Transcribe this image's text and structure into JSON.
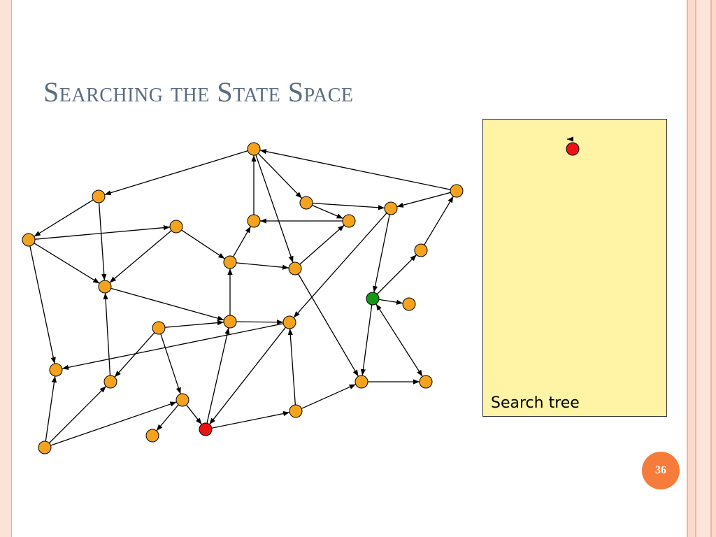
{
  "slide": {
    "title": "Searching the State Space",
    "page_number": "36"
  },
  "search_tree": {
    "label": "Search tree"
  },
  "colors": {
    "node": "#f5a31c",
    "start_node": "#ee1111",
    "goal_node": "#119911",
    "edge": "#000000",
    "tree_background": "#fff3a6",
    "title": "#5a6b82",
    "page_badge": "#f57c3a"
  },
  "graph": {
    "nodes": [
      {
        "id": "n1",
        "role": "normal"
      },
      {
        "id": "n2",
        "role": "normal"
      },
      {
        "id": "n3",
        "role": "normal"
      },
      {
        "id": "n4",
        "role": "normal"
      },
      {
        "id": "n5",
        "role": "normal"
      },
      {
        "id": "n6",
        "role": "normal"
      },
      {
        "id": "n7",
        "role": "normal"
      },
      {
        "id": "n8",
        "role": "normal"
      },
      {
        "id": "n9",
        "role": "normal"
      },
      {
        "id": "n10",
        "role": "normal"
      },
      {
        "id": "n11",
        "role": "normal"
      },
      {
        "id": "n12",
        "role": "normal"
      },
      {
        "id": "n13",
        "role": "normal"
      },
      {
        "id": "n14",
        "role": "normal"
      },
      {
        "id": "n15",
        "role": "normal"
      },
      {
        "id": "n16",
        "role": "normal"
      },
      {
        "id": "n17",
        "role": "goal"
      },
      {
        "id": "n18",
        "role": "normal"
      },
      {
        "id": "n19",
        "role": "normal"
      },
      {
        "id": "n20",
        "role": "normal"
      },
      {
        "id": "n21",
        "role": "normal"
      },
      {
        "id": "n22",
        "role": "normal"
      },
      {
        "id": "n23",
        "role": "normal"
      },
      {
        "id": "n24",
        "role": "normal"
      },
      {
        "id": "n25",
        "role": "start"
      },
      {
        "id": "n26",
        "role": "normal"
      },
      {
        "id": "n27",
        "role": "normal"
      },
      {
        "id": "n28",
        "role": "normal"
      }
    ],
    "edges": [
      {
        "from": "n1",
        "to": "n2",
        "arrow": "end"
      },
      {
        "from": "n1",
        "to": "n3",
        "arrow": "end"
      },
      {
        "from": "n1",
        "to": "n4",
        "arrow": "end"
      },
      {
        "from": "n5",
        "to": "n1",
        "arrow": "end"
      },
      {
        "from": "n2",
        "to": "n6",
        "arrow": "end"
      },
      {
        "from": "n2",
        "to": "n7",
        "arrow": "end"
      },
      {
        "from": "n6",
        "to": "n8",
        "arrow": "end"
      },
      {
        "from": "n6",
        "to": "n9",
        "arrow": "end"
      },
      {
        "from": "n6",
        "to": "n10",
        "arrow": "end"
      },
      {
        "from": "n6",
        "to": "n11",
        "arrow": "end"
      },
      {
        "from": "n7",
        "to": "n9",
        "arrow": "end"
      },
      {
        "from": "n8",
        "to": "n9",
        "arrow": "end"
      },
      {
        "from": "n8",
        "to": "n12",
        "arrow": "end"
      },
      {
        "from": "n12",
        "to": "n13",
        "arrow": "end"
      },
      {
        "from": "n12",
        "to": "n4",
        "arrow": "end"
      },
      {
        "from": "n4",
        "to": "n14",
        "arrow": "end"
      },
      {
        "from": "n3",
        "to": "n15",
        "arrow": "end"
      },
      {
        "from": "n3",
        "to": "n14",
        "arrow": "end"
      },
      {
        "from": "n5",
        "to": "n15",
        "arrow": "end"
      },
      {
        "from": "n14",
        "to": "n13",
        "arrow": "end"
      },
      {
        "from": "n15",
        "to": "n17",
        "arrow": "end"
      },
      {
        "from": "n15",
        "to": "n18",
        "arrow": "end"
      },
      {
        "from": "n16",
        "to": "n5",
        "arrow": "end"
      },
      {
        "from": "n17",
        "to": "n16",
        "arrow": "end"
      },
      {
        "from": "n17",
        "to": "n19",
        "arrow": "end"
      },
      {
        "from": "n17",
        "to": "n20",
        "arrow": "end"
      },
      {
        "from": "n17",
        "to": "n21",
        "arrow": "both"
      },
      {
        "from": "n20",
        "to": "n21",
        "arrow": "end"
      },
      {
        "from": "n9",
        "to": "n22",
        "arrow": "end"
      },
      {
        "from": "n13",
        "to": "n10",
        "arrow": "end"
      },
      {
        "from": "n10",
        "to": "n22",
        "arrow": "end"
      },
      {
        "from": "n10",
        "to": "n23",
        "arrow": "end"
      },
      {
        "from": "n22",
        "to": "n18",
        "arrow": "end"
      },
      {
        "from": "n24",
        "to": "n22",
        "arrow": "end"
      },
      {
        "from": "n24",
        "to": "n27",
        "arrow": "end"
      },
      {
        "from": "n24",
        "to": "n26",
        "arrow": "end"
      },
      {
        "from": "n26",
        "to": "n25",
        "arrow": "end"
      },
      {
        "from": "n26",
        "to": "n28",
        "arrow": "end"
      },
      {
        "from": "n25",
        "to": "n22",
        "arrow": "end"
      },
      {
        "from": "n25",
        "to": "n29",
        "arrow": "end"
      },
      {
        "from": "n18",
        "to": "n25",
        "arrow": "end"
      },
      {
        "from": "n18",
        "to": "n11",
        "arrow": "end"
      },
      {
        "from": "n29",
        "to": "n18",
        "arrow": "end"
      },
      {
        "from": "n29",
        "to": "n20",
        "arrow": "end"
      },
      {
        "from": "n30",
        "to": "n11",
        "arrow": "end"
      },
      {
        "from": "n30",
        "to": "n27",
        "arrow": "end"
      },
      {
        "from": "n30",
        "to": "n26",
        "arrow": "end"
      },
      {
        "from": "n27",
        "to": "n10",
        "arrow": "end"
      }
    ],
    "extra_nodes": [
      {
        "id": "n29",
        "role": "normal"
      },
      {
        "id": "n30",
        "role": "normal"
      }
    ]
  },
  "tree": {
    "nodes": [
      {
        "id": "t1",
        "role": "start"
      }
    ]
  }
}
